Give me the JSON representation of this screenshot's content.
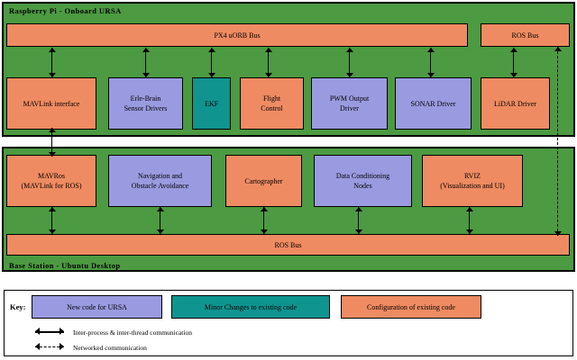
{
  "diagram": {
    "title_top": "Raspberry Pi - Onboard URSA",
    "title_bottom": "Base Station - Ubuntu Desktop"
  },
  "colors": {
    "panel_green": "#4c9a41",
    "orange": "#ef8b62",
    "purple": "#9a9ae0",
    "teal": "#0f9490",
    "stroke": "#000000",
    "background": "#ffffff"
  },
  "onboard": {
    "bus_px4": "PX4 uORB Bus",
    "bus_ros": "ROS Bus",
    "nodes": [
      {
        "line1": "MAVLink interface",
        "line2": "",
        "color": "orange"
      },
      {
        "line1": "Erle-Brain",
        "line2": "Sensor Drivers",
        "color": "purple"
      },
      {
        "line1": "EKF",
        "line2": "",
        "color": "teal"
      },
      {
        "line1": "Flight",
        "line2": "Control",
        "color": "orange"
      },
      {
        "line1": "PWM Output",
        "line2": "Driver",
        "color": "purple"
      },
      {
        "line1": "SONAR Driver",
        "line2": "",
        "color": "purple"
      },
      {
        "line1": "LiDAR Driver",
        "line2": "",
        "color": "orange"
      }
    ]
  },
  "basestation": {
    "bus_ros": "ROS Bus",
    "nodes": [
      {
        "line1": "MAVRos",
        "line2": "(MAVLink for ROS)",
        "color": "orange"
      },
      {
        "line1": "Navigation and",
        "line2": "Obstacle Avoidance",
        "color": "purple"
      },
      {
        "line1": "Cartographer",
        "line2": "",
        "color": "orange"
      },
      {
        "line1": "Data Conditioning",
        "line2": "Nodes",
        "color": "purple"
      },
      {
        "line1": "RVIZ",
        "line2": "(Visualization and UI)",
        "color": "orange"
      }
    ]
  },
  "legend": {
    "key_label": "Key:",
    "swatches": [
      {
        "label": "New code for URSA",
        "color": "purple"
      },
      {
        "label": "Minor Changes to existing code",
        "color": "teal"
      },
      {
        "label": "Configuration of existing code",
        "color": "orange"
      }
    ],
    "lines": [
      {
        "label": "Inter-process & inter-thread communication",
        "style": "solid"
      },
      {
        "label": "Networked communication",
        "style": "dashed"
      }
    ]
  }
}
